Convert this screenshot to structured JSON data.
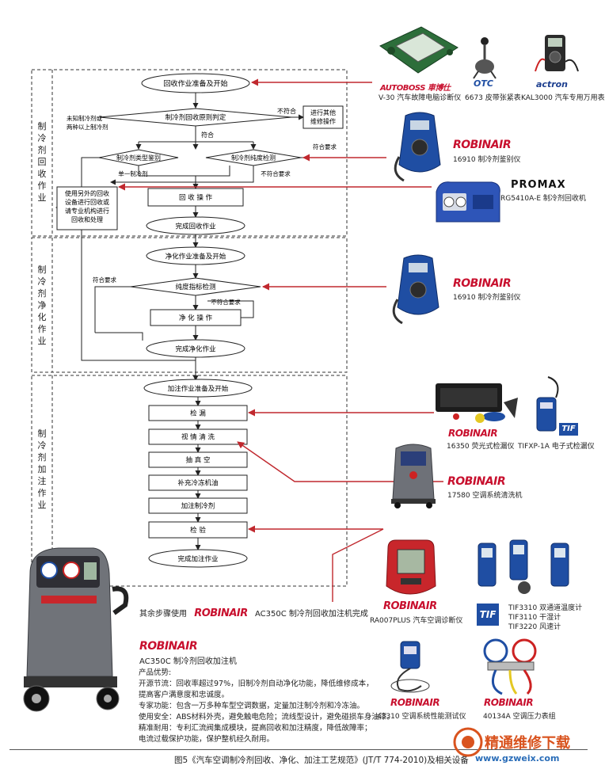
{
  "flow": {
    "recovery_section": "制冷剂回收作业",
    "purify_section": "制冷剂净化作业",
    "charge_section": "制冷剂加注作业",
    "n_start": "回收作业准备及开始",
    "n_principle": "制冷剂回收原则判定",
    "l_fail": "不符合",
    "n_other_repair": "进行其他维修操作",
    "l_pass": "符合",
    "l_unknown": "未知制冷剂或两种以上制冷剂",
    "n_type_id": "制冷剂类型鉴别",
    "n_purity": "制冷剂纯度检测",
    "l_meets": "符合要求",
    "l_single": "单一制冷剂",
    "l_not_meet": "不符合要求",
    "n_other_equip": "使用另外的回收设备进行回收或请专业机构进行回收和处理",
    "n_recover_op": "回 收 操 作",
    "n_finish_recover": "完成回收作业",
    "n_purify_start": "净化作业准备及开始",
    "n_purity_check": "纯度指标检测",
    "l_meets2": "符合要求",
    "l_not_meet2": "不符合要求",
    "n_purify_op": "净 化 操 作",
    "n_finish_purify": "完成净化作业",
    "n_charge_start": "加注作业准备及开始",
    "n_leak": "检 漏",
    "n_flush": "视 情 清 洗",
    "n_vacuum": "抽 真 空",
    "n_oil": "补充冷冻机油",
    "n_charge": "加注制冷剂",
    "n_inspect": "检 验",
    "n_finish_charge": "完成加注作业"
  },
  "equipment": {
    "autoboss_brand": "AUTOBOSS 車博仕",
    "autoboss_caption": "V-30 汽车故障电脑诊断仪",
    "otc_brand": "OTC",
    "otc_caption": "6673 皮带张紧表",
    "actron_brand": "actron",
    "actron_caption": "KAL3000 汽车专用万用表",
    "robinair_brand": "ROBINAIR",
    "r16910_caption": "16910 制冷剂鉴别仪",
    "promax_brand": "PROMAX",
    "promax_caption": "RG5410A-E 制冷剂回收机",
    "r16910b_caption": "16910 制冷剂鉴别仪",
    "r16350_caption": "16350 荧光式检漏仪",
    "tif_brand": "TIF",
    "tifxp_caption": "TIFXP-1A 电子式检漏仪",
    "r17580_caption": "17580 空调系统清洗机",
    "ra007_caption": "RA007PLUS 汽车空调诊断仪",
    "tif_list": [
      "TIF3310 双通道温度计",
      "TIF3110 干湿计",
      "TIF3220 风速计"
    ],
    "r43310_caption": "43310 空调系统性能测试仪",
    "r40134_caption": "40134A 空调压力表组"
  },
  "ac350c": {
    "rest_steps_prefix": "其余步骤使用",
    "rest_steps_suffix": "AC350C 制冷剂回收加注机完成",
    "brand": "ROBINAIR",
    "model": "AC350C 制冷剂回收加注机",
    "adv_title": "产品优势:",
    "adv_lines": [
      "开源节流：回收率超过97%，旧制冷剂自动净化功能，降低维修成本，",
      "          提高客户满意度和忠诚度。",
      "专家功能：包含一万多种车型空调数据，定量加注制冷剂和冷冻油。",
      "使用安全：ABS材料外壳，避免触电危险；流线型设计，避免碰损车身油漆。",
      "精准耐用：专利汇流阀集成模块，提高回收和加注精度，降低故障率；",
      "          电流过载保护功能，保护整机经久耐用。"
    ]
  },
  "caption": "图5《汽车空调制冷剂回收、净化、加注工艺规范》(JT/T 774-2010)及相关设备",
  "watermark": {
    "title": "精通维修下载",
    "url": "www.gzweix.com"
  },
  "colors": {
    "arrow_red": "#c0282e",
    "brand_red": "#c8102e",
    "watermark_orange": "#d9531e"
  }
}
